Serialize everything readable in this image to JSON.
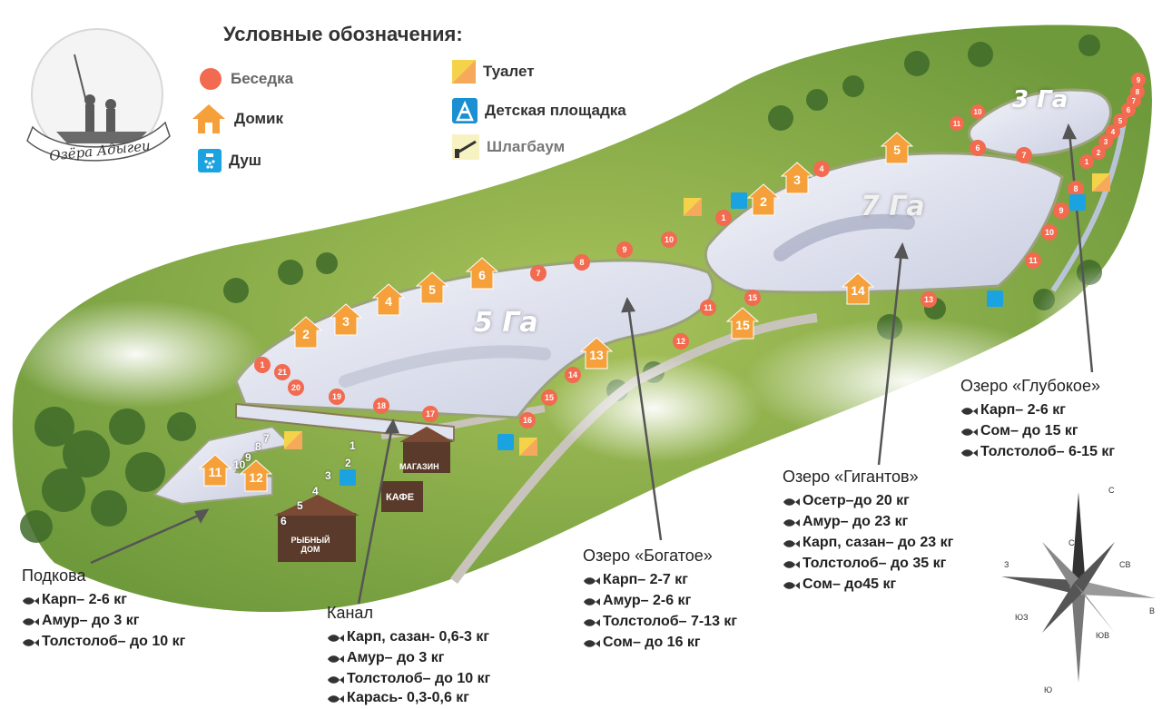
{
  "legend": {
    "title": "Условные обозначения:",
    "items": [
      {
        "key": "gazebo",
        "label": "Беседка",
        "icon": "gazebo-dot-icon"
      },
      {
        "key": "house",
        "label": "Домик",
        "icon": "house-icon"
      },
      {
        "key": "shower",
        "label": "Душ",
        "icon": "shower-icon"
      },
      {
        "key": "toilet",
        "label": "Туалет",
        "icon": "toilet-icon"
      },
      {
        "key": "playground",
        "label": "Детская площадка",
        "icon": "playground-icon"
      },
      {
        "key": "barrier",
        "label": "Шлагбаум",
        "icon": "barrier-icon"
      }
    ]
  },
  "logo": {
    "text": "Озёра Адыгеи"
  },
  "lakes": [
    {
      "area": "5 Га"
    },
    {
      "area": "7 Га"
    },
    {
      "area": "3 Га"
    }
  ],
  "buildings": {
    "shop": "МАГАЗИН",
    "cafe": "КАФЕ",
    "fish_house": "РЫБНЫЙ ДОМ"
  },
  "info_blocks": [
    {
      "name": "Подкова",
      "rows": [
        "Карп– 2-6 кг",
        "Амур– до 3 кг",
        "Толстолоб– до 10 кг"
      ]
    },
    {
      "name": "Канал",
      "rows": [
        "Карп, сазан- 0,6-3 кг",
        "Амур– до 3 кг",
        "Толстолоб– до 10 кг",
        "Карась- 0,3-0,6 кг"
      ]
    },
    {
      "name": "Озеро «Богатое»",
      "rows": [
        "Карп– 2-7 кг",
        "Амур– 2-6 кг",
        "Толстолоб– 7-13 кг",
        "Сом– до 16 кг"
      ]
    },
    {
      "name": "Озеро «Гигантов»",
      "rows": [
        "Осетр–до 20 кг",
        "Амур– до 23 кг",
        "Карп, сазан– до 23 кг",
        "Толстолоб– до 35 кг",
        "Сом– до45 кг"
      ]
    },
    {
      "name": "Озеро «Глубокое»",
      "rows": [
        "Карп– 2-6 кг",
        "Сом– до 15 кг",
        "Толстолоб– 6-15 кг"
      ]
    }
  ],
  "houses": [
    "2",
    "3",
    "4",
    "5",
    "6",
    "13",
    "2",
    "3",
    "5",
    "14",
    "15",
    "11",
    "12"
  ],
  "gazebos_big_lake": [
    "1",
    "21",
    "20",
    "19",
    "18",
    "17",
    "16",
    "15",
    "14",
    "12",
    "11",
    "7",
    "8",
    "9",
    "10"
  ],
  "gazebos_giant_lake": [
    "1",
    "4",
    "15",
    "13",
    "6",
    "7",
    "8",
    "9",
    "10",
    "11"
  ],
  "gazebos_deep_lake": [
    "10",
    "11",
    "1",
    "2",
    "3",
    "4",
    "5",
    "6",
    "7",
    "8",
    "9"
  ],
  "canal_points": [
    "1",
    "2",
    "3",
    "4",
    "5",
    "6",
    "7",
    "8",
    "9",
    "10"
  ],
  "compass": {
    "n": "С",
    "s": "Ю",
    "e": "В",
    "w": "З",
    "ne": "СВ",
    "nw": "СЗ",
    "se": "ЮВ",
    "sw": "ЮЗ"
  },
  "colors": {
    "gazebo": "#f26a4f",
    "house": "#f5a03a",
    "shower": "#1aa3e0",
    "water": "#dfe4f0",
    "grass": "#8cae4a"
  }
}
